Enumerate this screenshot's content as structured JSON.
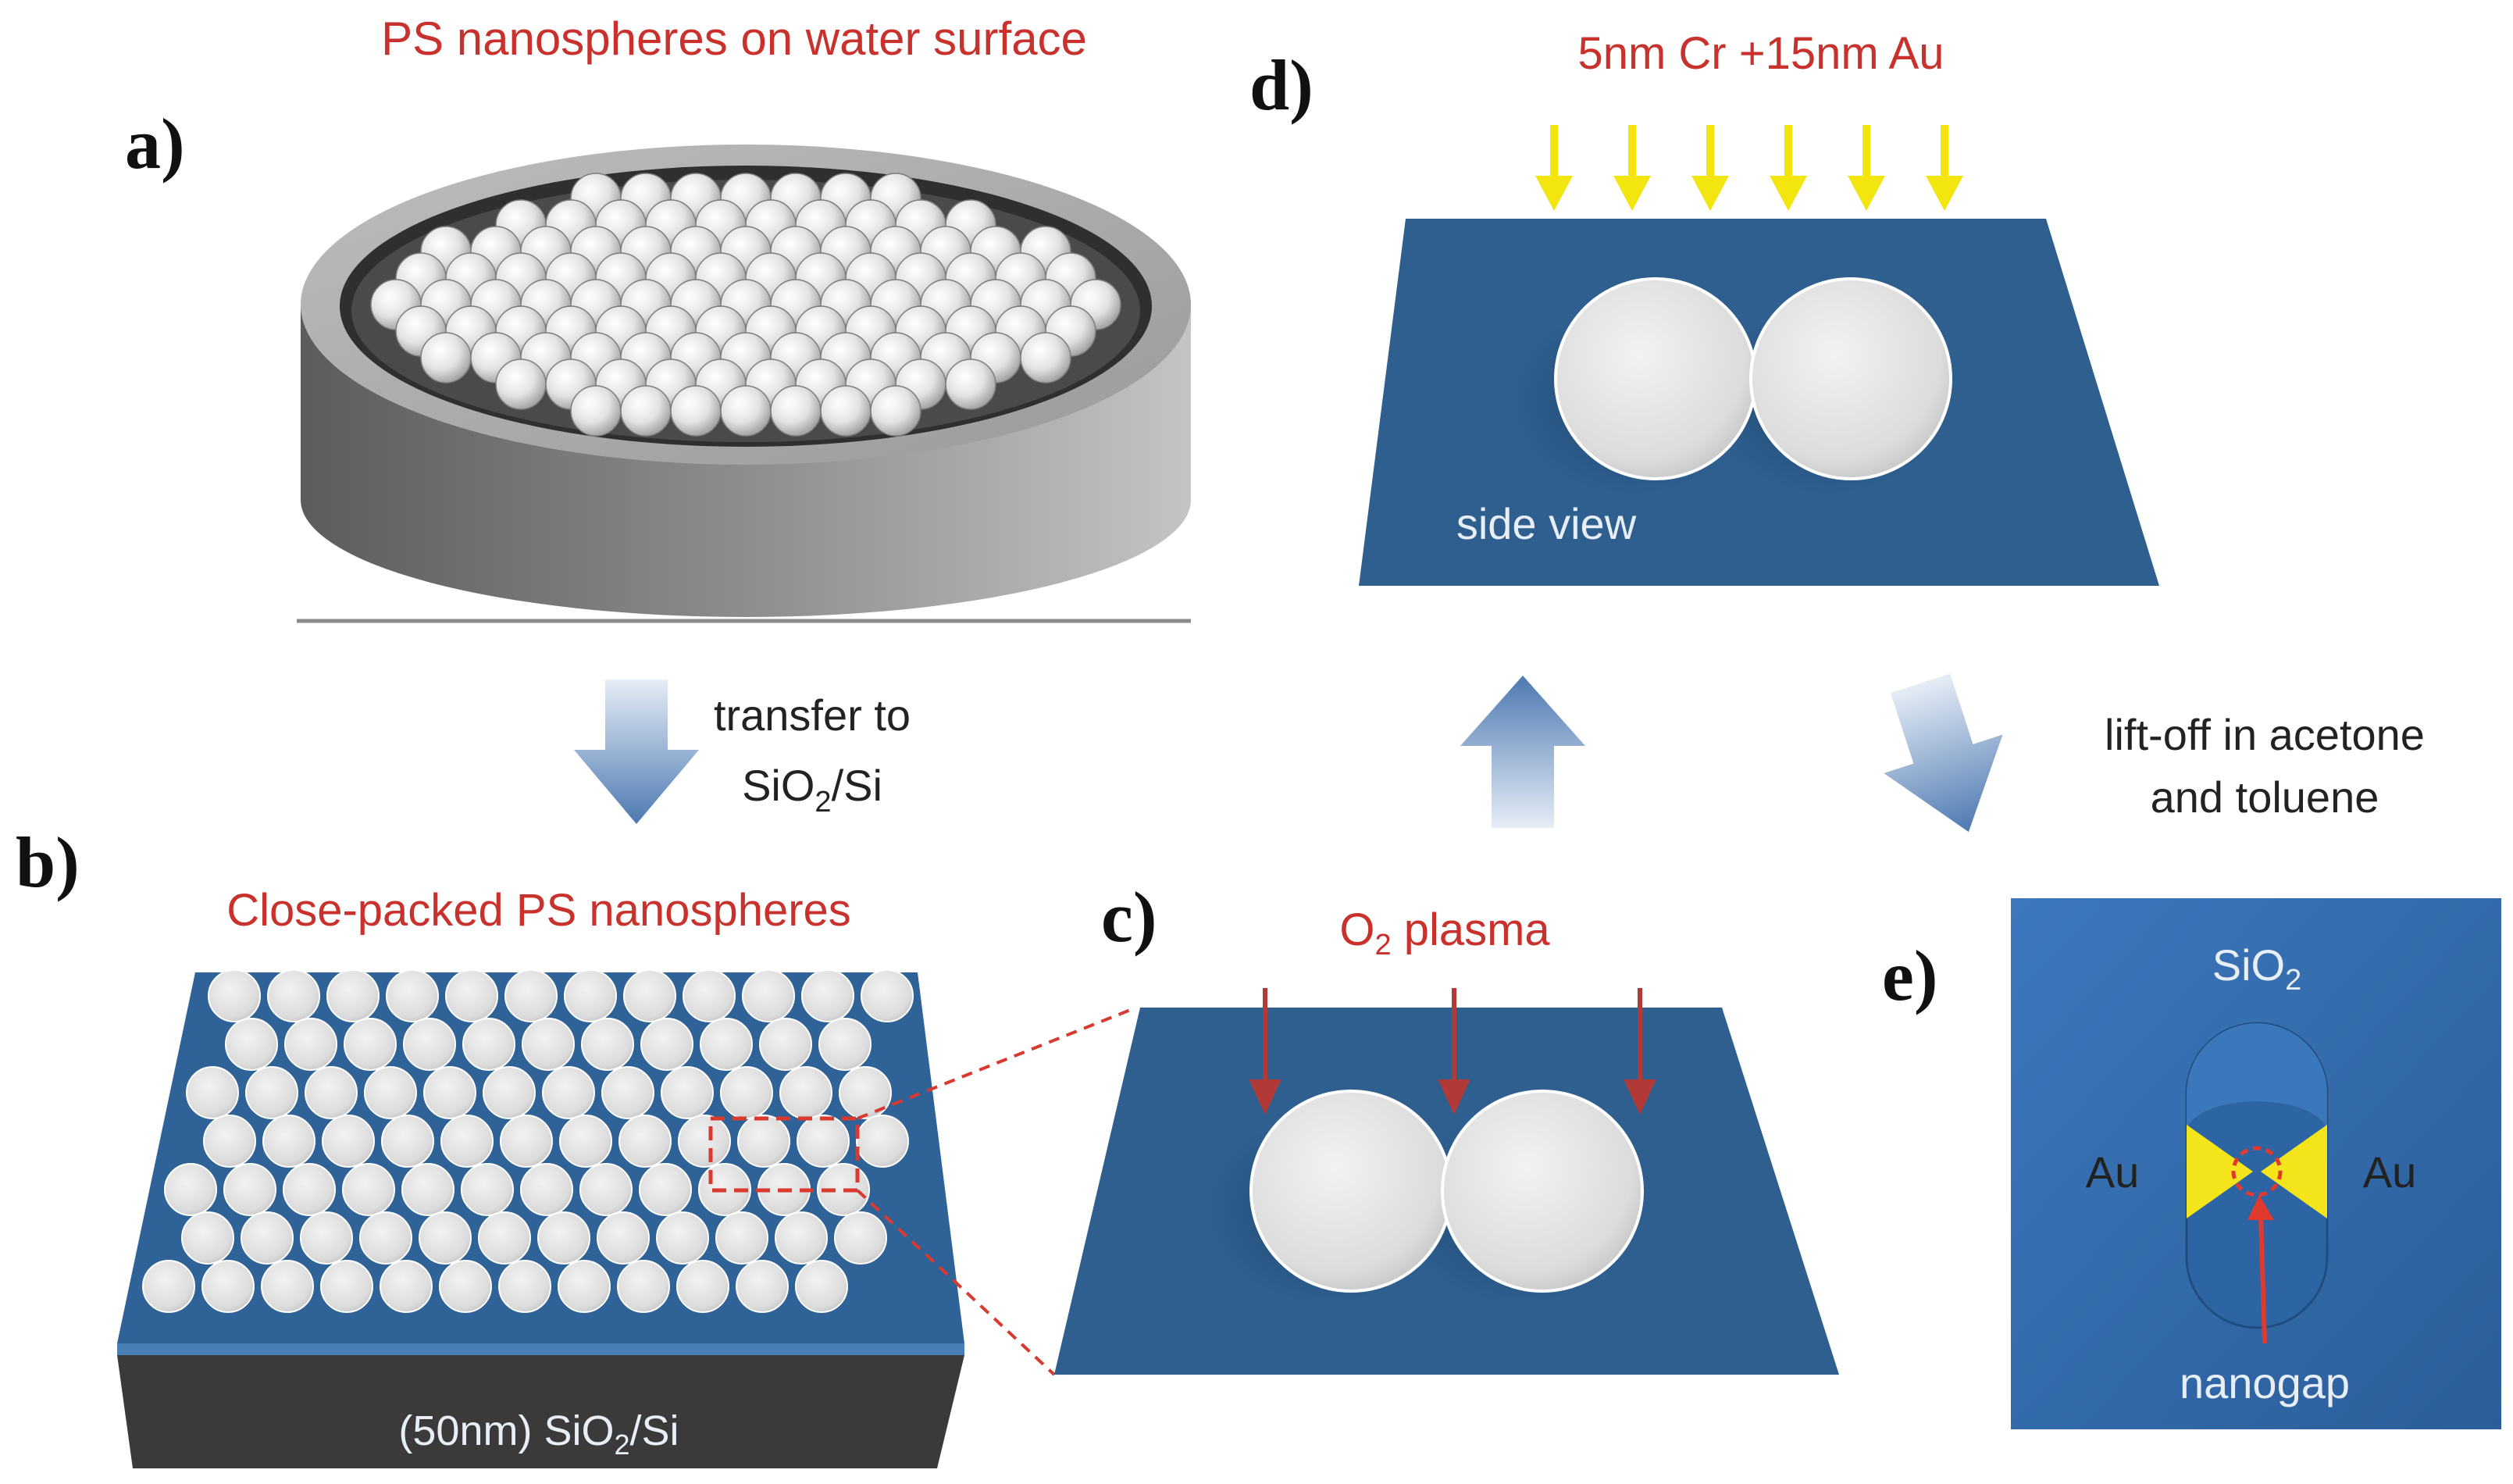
{
  "panels": {
    "a": {
      "letter": "a)",
      "title": "PS nanospheres on water surface"
    },
    "b": {
      "letter": "b)",
      "title": "Close-packed PS nanospheres",
      "base_label_prefix": "(50nm) SiO",
      "base_label_sub": "2",
      "base_label_suffix": "/Si"
    },
    "c": {
      "letter": "c)",
      "title_prefix": "O",
      "title_sub": "2",
      "title_suffix": " plasma"
    },
    "d": {
      "letter": "d)",
      "title": "5nm Cr +15nm Au",
      "view_label": "side view"
    },
    "e": {
      "letter": "e)",
      "sio2_prefix": "SiO",
      "sio2_sub": "2",
      "au_left": "Au",
      "au_right": "Au",
      "nanogap": "nanogap"
    }
  },
  "steps": {
    "a_to_b_line1": "transfer to",
    "a_to_b_line2_prefix": "SiO",
    "a_to_b_line2_sub": "2",
    "a_to_b_line2_suffix": "/Si",
    "d_to_e_line1": "lift-off in acetone",
    "d_to_e_line2": "and toluene"
  },
  "colors": {
    "substrate_blue": "#2e5f8f",
    "label_red": "#c8312c",
    "deposit_yellow": "#f2e60e",
    "gold": "#f4e41c",
    "arrow_blue": "#5b86bc"
  }
}
